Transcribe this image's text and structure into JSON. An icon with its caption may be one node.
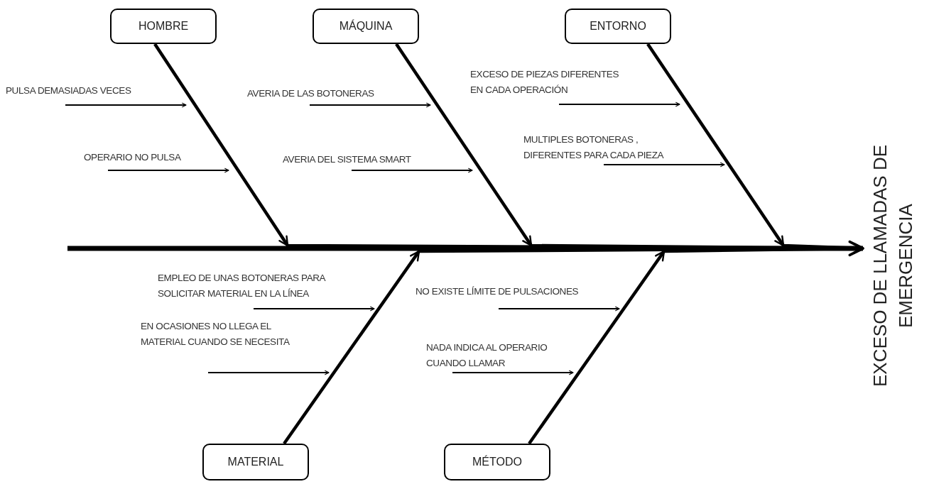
{
  "diagram": {
    "nodes": [
      {
        "text": [
          "HOMBRE"
        ]
      },
      {
        "text": [
          "MÁQUINA"
        ]
      },
      {
        "text": [
          "ENTORNO"
        ]
      },
      {
        "text": [
          "MATERIAL"
        ]
      },
      {
        "text": [
          "MÉTODO"
        ]
      },
      {
        "text": [
          "EXCESO DE LLAMADAS DE EMERGENCIA"
        ]
      },
      {
        "text": [
          "PULSA DEMASIADAS VECES"
        ]
      },
      {
        "text": [
          "OPERARIO NO PULSA"
        ]
      },
      {
        "text": [
          "AVERIA DE LAS BOTONERAS"
        ]
      },
      {
        "text": [
          "AVERIA DEL SISTEMA SMART"
        ]
      },
      {
        "text": [
          "EXCESO DE PIEZAS DIFERENTES EN CADA OPERACIÓN"
        ]
      },
      {
        "text": [
          "MULTIPLES BOTONERAS , DIFERENTES PARA CADA PIEZA"
        ]
      },
      {
        "text": [
          "EMPLEO DE UNAS BOTONERAS PARA SOLICITAR MATERIAL EN LA LÍNEA"
        ]
      },
      {
        "text": [
          "EN OCASIONES NO LLEGA EL MATERIAL CUANDO SE NECESITA"
        ]
      },
      {
        "text": [
          "NO EXISTE LÍMITE DE PULSACIONES"
        ]
      },
      {
        "text": [
          "NADA INDICA AL OPERARIO CUANDO LLAMAR"
        ]
      }
    ],
    "edges": [
      {
        "from": 0,
        "to": 5,
        "arrow": "to",
        "style": "thick"
      },
      {
        "from": 1,
        "to": 5,
        "arrow": "to",
        "style": "thick"
      },
      {
        "from": 2,
        "to": 5,
        "arrow": "to",
        "style": "thick"
      },
      {
        "from": 3,
        "to": 5,
        "arrow": "to",
        "style": "thick"
      },
      {
        "from": 4,
        "to": 5,
        "arrow": "to",
        "style": "thick"
      },
      {
        "from": null,
        "to": 5,
        "arrow": "to",
        "style": "thick"
      },
      {
        "from": 6,
        "to": null,
        "arrow": "to"
      },
      {
        "from": 7,
        "to": null,
        "arrow": "to"
      },
      {
        "from": 8,
        "to": null,
        "arrow": "to"
      },
      {
        "from": 9,
        "to": null,
        "arrow": "to"
      },
      {
        "from": 10,
        "to": null,
        "arrow": "to"
      },
      {
        "from": 11,
        "to": null,
        "arrow": "to"
      },
      {
        "from": 12,
        "to": null,
        "arrow": "to"
      },
      {
        "from": 13,
        "to": null,
        "arrow": "to"
      },
      {
        "from": 14,
        "to": null,
        "arrow": "to"
      },
      {
        "from": 15,
        "to": null,
        "arrow": "to"
      }
    ]
  }
}
